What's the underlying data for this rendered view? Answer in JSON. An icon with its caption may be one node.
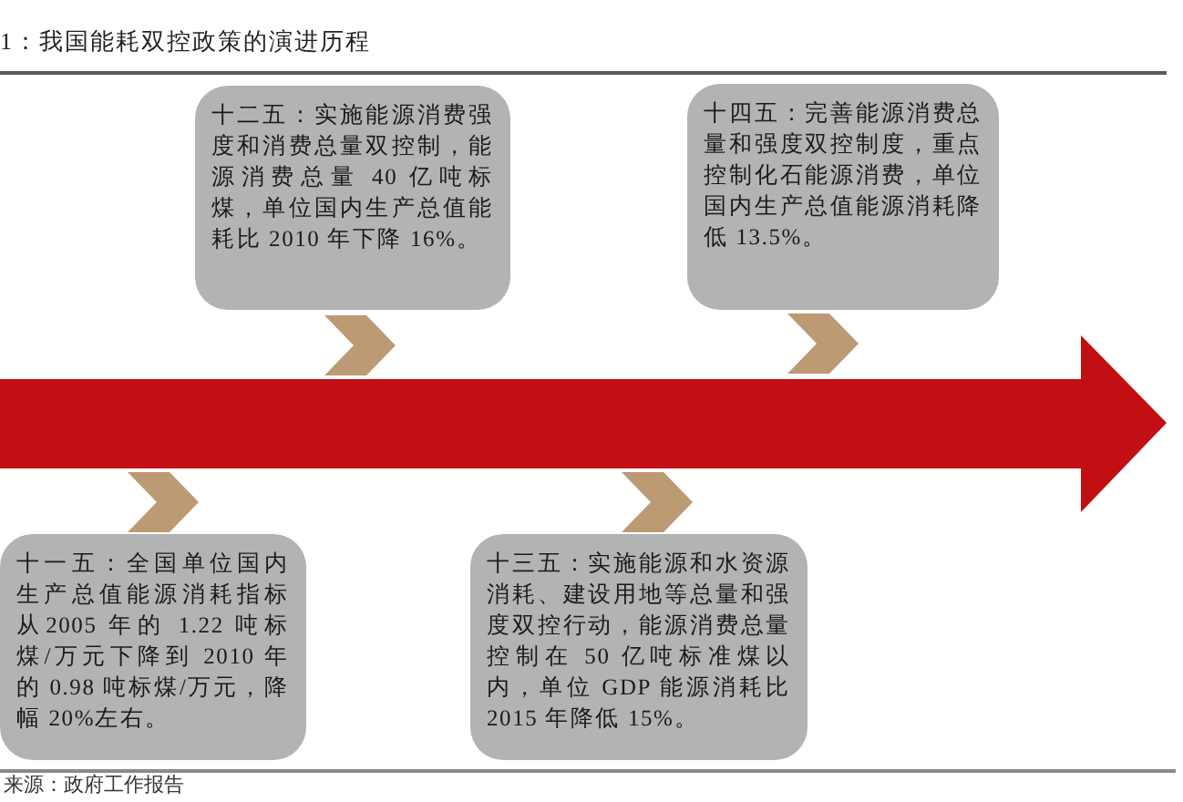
{
  "diagram": {
    "title": "1：我国能耗双控政策的演进历程",
    "caption": "来源：政府工作报告",
    "nodes": [
      {
        "text": [
          "十一五：全国单位国内生产总值能源消耗指标从2005 年的 1.22 吨标煤/万元下降到 2010 年的 0.98 吨标煤/万元，降幅 20%左右。"
        ]
      },
      {
        "text": [
          "十二五：实施能源消费强度和消费总量双控制，能源消费总量 40 亿吨标煤，单位国内生产总值能耗比 2010 年下降 16%。"
        ]
      },
      {
        "text": [
          "十三五：实施能源和水资源消耗、建设用地等总量和强度双控行动，能源消费总量控制在 50 亿吨标准煤以内，单位 GDP 能源消耗比 2015 年降低 15%。"
        ]
      },
      {
        "text": [
          "十四五：完善能源消费总量和强度双控制度，重点控制化石能源消费，单位国内生产总值能源消耗降低 13.5%。"
        ]
      }
    ]
  }
}
